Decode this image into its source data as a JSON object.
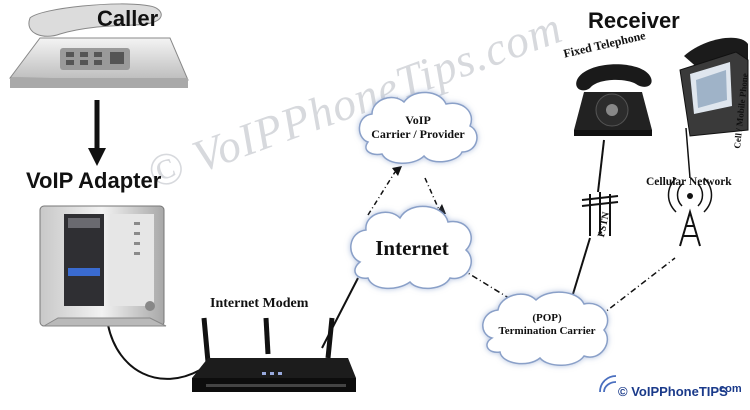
{
  "labels": {
    "caller": "Caller",
    "voip_adapter": "VoIP Adapter",
    "receiver": "Receiver",
    "fixed_telephone": "Fixed Telephone",
    "cell_mobile_phone": "Cell / Mobile Phone",
    "cellular_network": "Cellular Network",
    "pstn": "PSTN",
    "internet_modem": "Internet Modem"
  },
  "clouds": {
    "carrier_line1": "VoIP",
    "carrier_line2": "Carrier / Provider",
    "internet": "Internet",
    "pop_line1": "(POP)",
    "pop_line2": "Termination Carrier"
  },
  "watermark": "© VoIPPhoneTips.com",
  "brand": {
    "name": "© VoIPPhoneTIPS",
    "suffix": ".com"
  },
  "colors": {
    "line": "#111111",
    "cloud_fill": "#ffffff",
    "cloud_stroke": "#8aa0c8",
    "brand": "#1a3a8a"
  }
}
